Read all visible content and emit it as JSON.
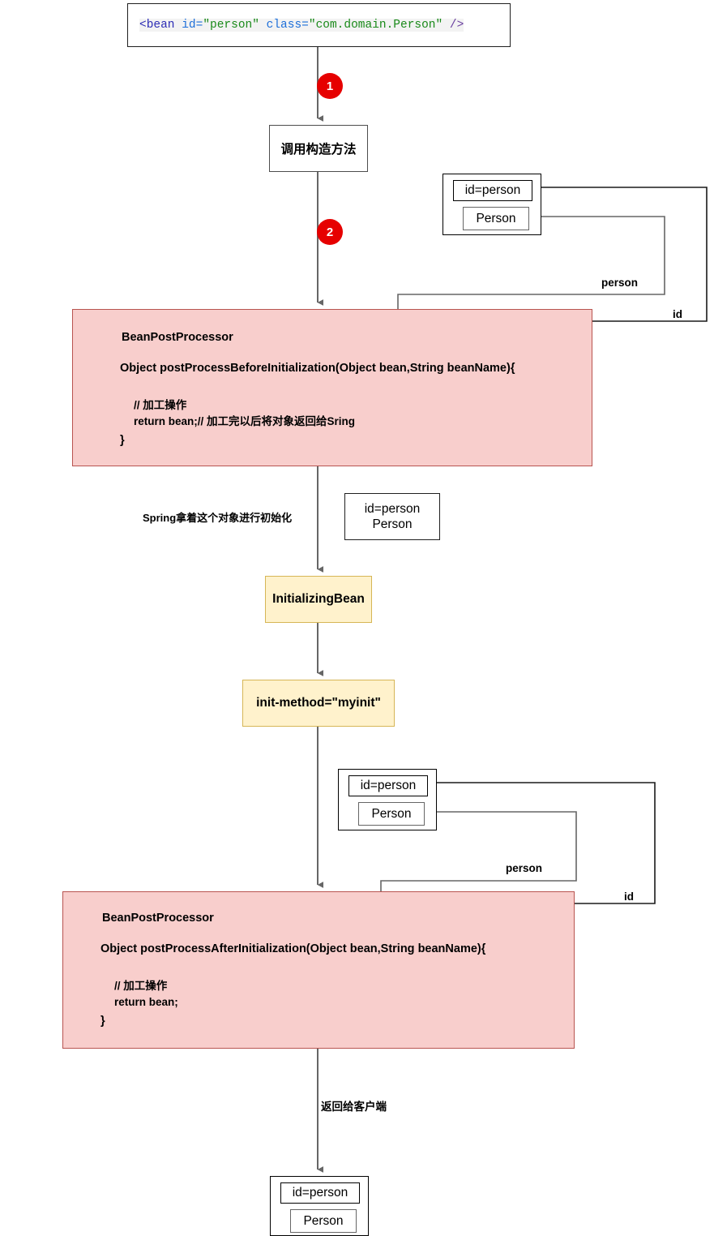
{
  "diagram": {
    "title": "Spring Bean Lifecycle",
    "colors": {
      "pink_fill": "#f8cecc",
      "pink_stroke": "#b85450",
      "yellow_fill": "#fff2cc",
      "yellow_stroke": "#d6b656",
      "badge_red": "#e60000",
      "arrow_gray": "#666666",
      "arrow_black": "#000000"
    }
  },
  "bean_xml": {
    "tag_open": "<bean",
    "attr_id": " id=",
    "val_id": "\"person\"",
    "attr_class": " class=",
    "val_class": "\"com.domain.Person\"",
    "tag_close": " />"
  },
  "nodes": {
    "construct": "调用构造方法",
    "initializing_bean": "InitializingBean",
    "init_method": "init-method=\"myinit\"",
    "id_person_plain": {
      "line1": "id=person",
      "line2": "Person"
    }
  },
  "object_boxes": [
    {
      "id_label": "id=person",
      "person_label": "Person"
    },
    {
      "id_label": "id=person",
      "person_label": "Person"
    },
    {
      "id_label": "id=person",
      "person_label": "Person"
    }
  ],
  "badges": [
    "1",
    "2"
  ],
  "bpp_before": {
    "title": "BeanPostProcessor",
    "signature": "Object postProcessBeforeInitialization(Object bean,String beanName){",
    "body": "// 加工操作\nreturn bean;// 加工完以后将对象返回给Sring",
    "closing_brace": "}"
  },
  "bpp_after": {
    "title": "BeanPostProcessor",
    "signature": "Object postProcessAfterInitialization(Object bean,String beanName){",
    "body": "// 加工操作\nreturn bean;",
    "closing_brace": "}"
  },
  "edge_labels": {
    "person_1": "person",
    "id_1": "id",
    "person_2": "person",
    "id_2": "id",
    "spring_init": "Spring拿着这个对象进行初始化",
    "return_client": "返回给客户端"
  }
}
